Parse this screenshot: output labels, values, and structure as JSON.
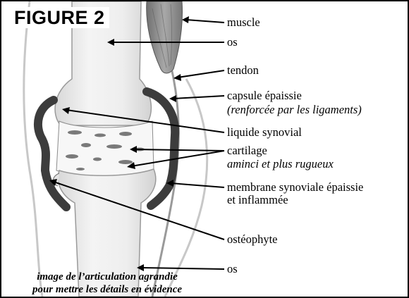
{
  "figure": {
    "title": "FIGURE 2",
    "caption": {
      "line1": "image de l’articulation agrandie",
      "line2": "pour mettre les détails en évidence"
    }
  },
  "labels": {
    "muscle": "muscle",
    "os_top": "os",
    "tendon": "tendon",
    "capsule": "capsule épaissie",
    "capsule_note": "(renforcée par les ligaments)",
    "liquide": "liquide synovial",
    "cartilage": "cartilage",
    "cartilage_note": "aminci et plus rugueux",
    "membrane_line1": "membrane synoviale épaissie",
    "membrane_line2": "et inflammée",
    "osteophyte": "ostéophyte",
    "os_bottom": "os"
  },
  "colors": {
    "capsule": "#3c3c3c",
    "bone": "#ececec",
    "muscle": "#8a8a8a",
    "skin_outline": "#bcbcbc"
  }
}
